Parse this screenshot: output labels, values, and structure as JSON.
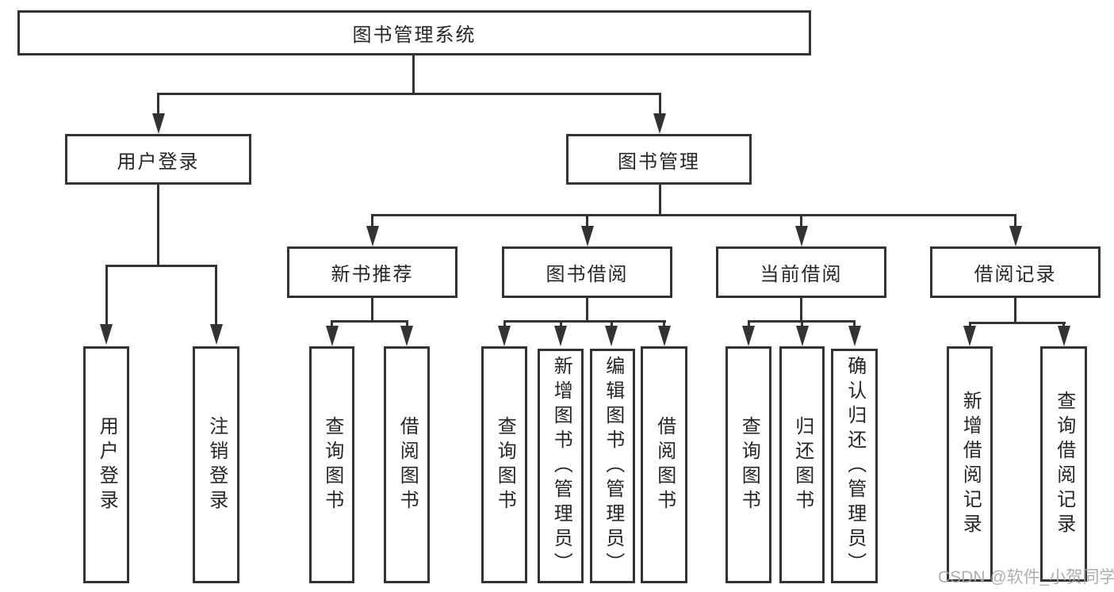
{
  "diagram": {
    "root": {
      "label": "图书管理系统"
    },
    "branches": [
      {
        "label": "用户登录",
        "children": [
          {
            "label": "用户登录"
          },
          {
            "label": "注销登录"
          }
        ]
      },
      {
        "label": "图书管理",
        "children": [
          {
            "label": "新书推荐",
            "children": [
              {
                "label": "查询图书"
              },
              {
                "label": "借阅图书"
              }
            ]
          },
          {
            "label": "图书借阅",
            "children": [
              {
                "label": "查询图书"
              },
              {
                "label": "新增图书（管理员）"
              },
              {
                "label": "编辑图书（管理员）"
              },
              {
                "label": "借阅图书"
              }
            ]
          },
          {
            "label": "当前借阅",
            "children": [
              {
                "label": "查询图书"
              },
              {
                "label": "归还图书"
              },
              {
                "label": "确认归还（管理员）"
              }
            ]
          },
          {
            "label": "借阅记录",
            "children": [
              {
                "label": "新增借阅记录"
              },
              {
                "label": "查询借阅记录"
              }
            ]
          }
        ]
      }
    ],
    "watermark": "CSDN @软件_小贺同学",
    "colors": {
      "line": "#333333",
      "text": "#262626",
      "background": "#ffffff",
      "watermark": "#a6a6a6"
    }
  }
}
